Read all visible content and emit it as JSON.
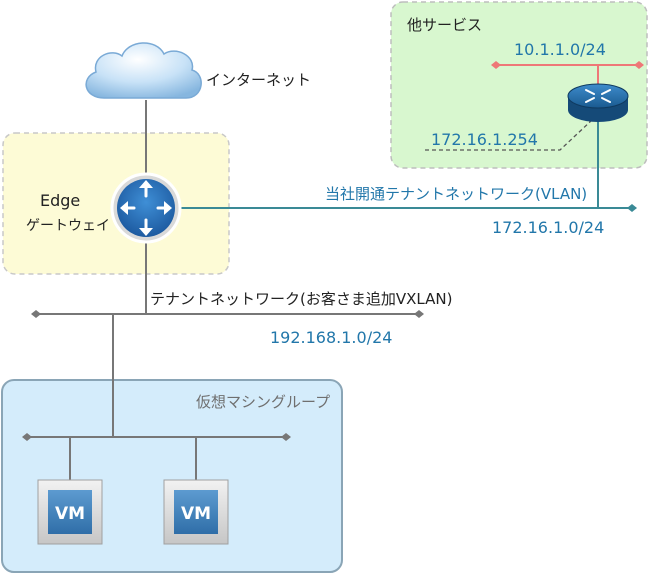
{
  "internet": {
    "label": "インターネット"
  },
  "edge": {
    "label_line1": "Edge",
    "label_line2": "ゲートウェイ"
  },
  "other_service": {
    "title": "他サービス",
    "subnet": "10.1.1.0/24",
    "router_ip": "172.16.1.254"
  },
  "vlan": {
    "label": "当社開通テナントネットワーク(VLAN)",
    "subnet": "172.16.1.0/24"
  },
  "vxlan": {
    "label": "テナントネットワーク(お客さま追加VXLAN)",
    "subnet": "192.168.1.0/24"
  },
  "vm_group": {
    "title": "仮想マシングループ",
    "vms": [
      {
        "label": "VM"
      },
      {
        "label": "VM"
      }
    ]
  },
  "colors": {
    "edge_zone_fill": "#fdfbd6",
    "service_zone_fill": "#d8f7cf",
    "vm_group_fill": "#d4ecfb",
    "vm_group_border": "#8aa5b6",
    "network_line": "#3a8a96",
    "gray_line": "#777777",
    "service_subnet_line": "#ee7777",
    "ip_text": "#2277aa",
    "router_blue": "#1b5f95"
  }
}
